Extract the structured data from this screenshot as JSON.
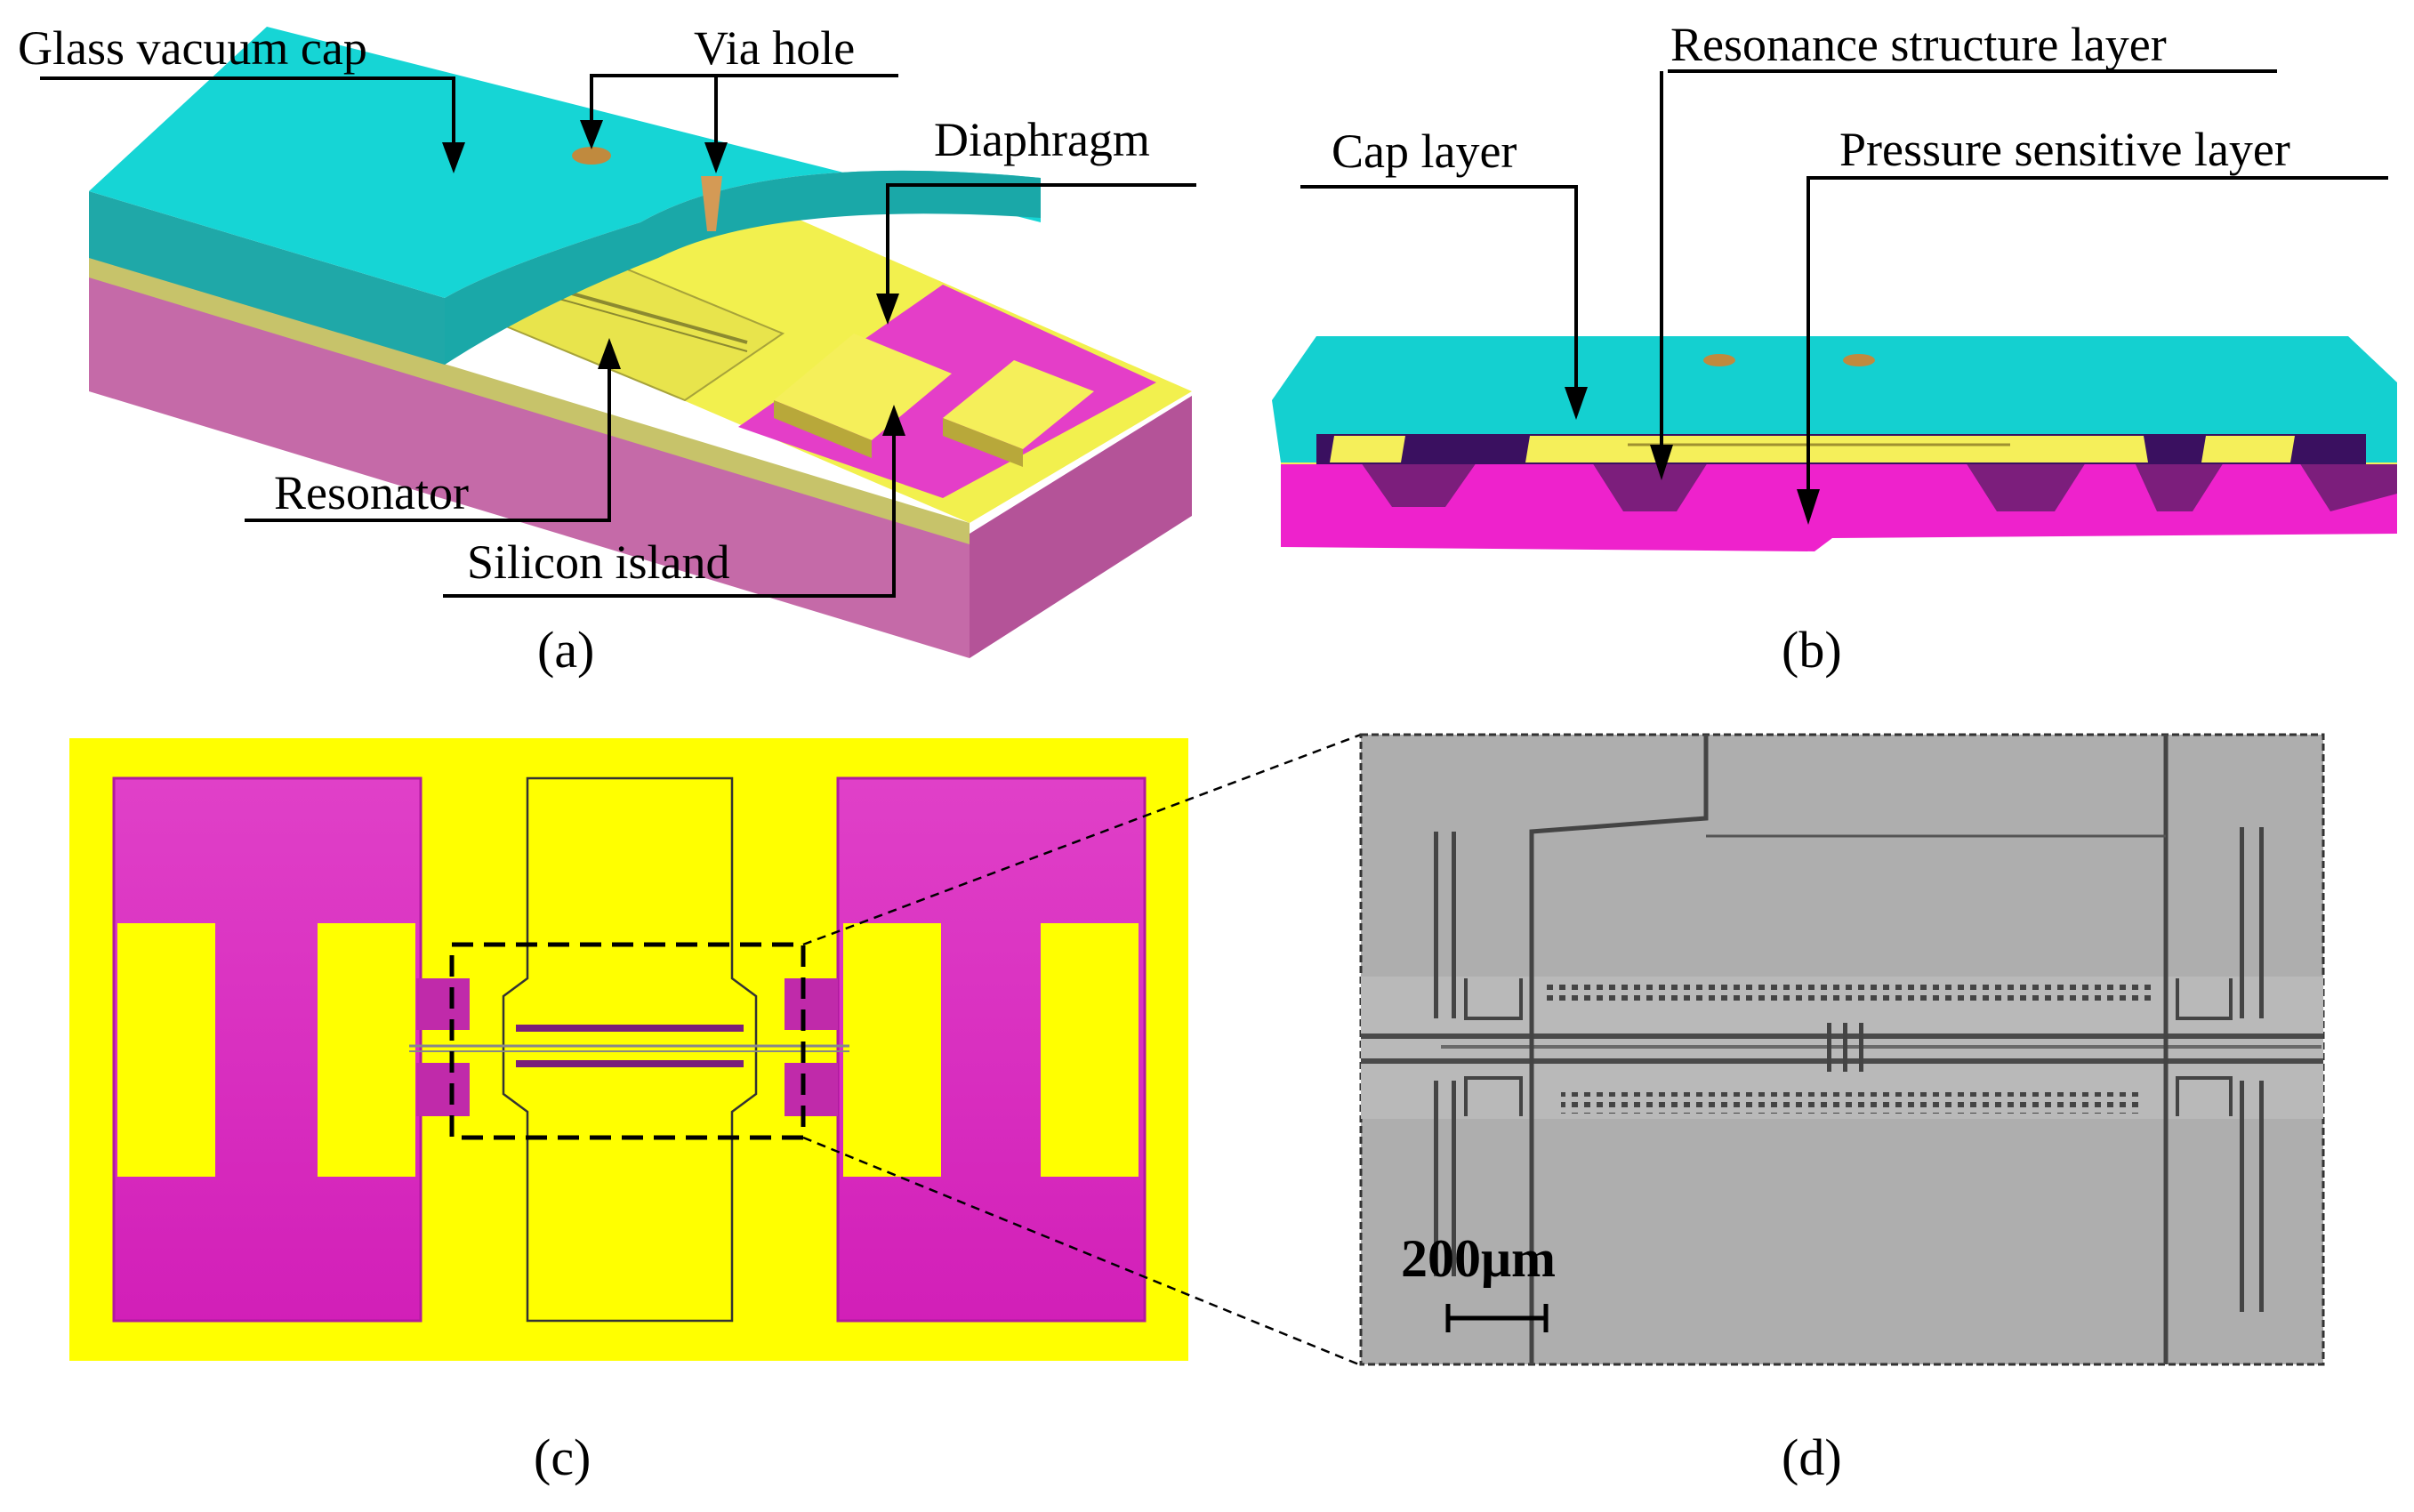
{
  "panel_a": {
    "labels": {
      "glass_vacuum_cap": "Glass vacuum cap",
      "via_hole": "Via hole",
      "diaphragm": "Diaphragm",
      "resonator": "Resonator",
      "silicon_island": "Silicon island"
    },
    "caption": "(a)"
  },
  "panel_b": {
    "labels": {
      "resonance_structure_layer": "Resonance structure layer",
      "cap_layer": "Cap layer",
      "pressure_sensitive_layer": "Pressure sensitive layer"
    },
    "caption": "(b)"
  },
  "panel_c": {
    "caption": "(c)"
  },
  "panel_d": {
    "caption": "(d)",
    "scale_bar": "200μm"
  },
  "colors": {
    "glass_cap": "#14d3d3",
    "resonance_layer": "#f4f060",
    "silicon_substrate": "#d24fb4",
    "pressure_layer": "#ee22cc",
    "layout_yellow": "#ffff00",
    "layout_magenta": "#e030c8",
    "sem_gray": "#aeaeae"
  }
}
